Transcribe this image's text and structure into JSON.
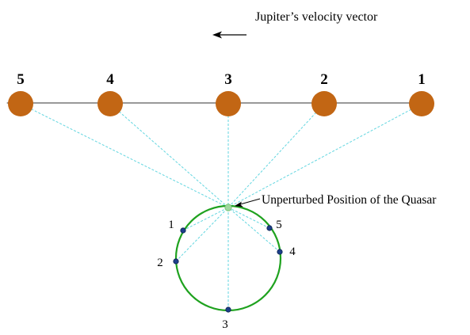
{
  "velocity_label": "Jupiter’s velocity vector",
  "quasar_label": "Unperturbed Position of the Quasar",
  "jupiter_positions": [
    "5",
    "4",
    "3",
    "2",
    "1"
  ],
  "quasar_positions": [
    "1",
    "2",
    "3",
    "4",
    "5"
  ],
  "colors": {
    "jupiter_fill": "#c26614",
    "circle_stroke": "#1fa21f",
    "sightline": "#62d6e0",
    "quasar_dot": "#1d3f8a",
    "center_dot": "#9fd89f",
    "axis_line": "#333333"
  }
}
